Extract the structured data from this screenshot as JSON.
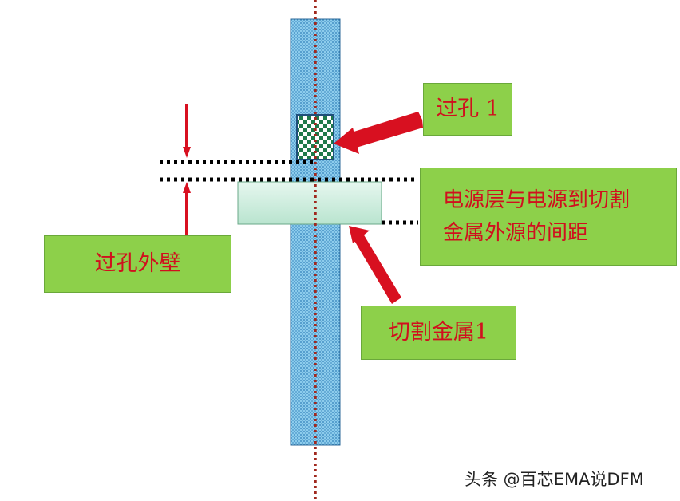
{
  "labels": {
    "via": "过孔 1",
    "via_wall": "过孔外壁",
    "power_spacing_line1": "电源层与电源到切割",
    "power_spacing_line2": "金属外源的间距",
    "cut_metal": "切割金属1"
  },
  "watermark": "头条 @百芯EMA说DFM",
  "colors": {
    "label_box_fill": "#8dd04a",
    "label_text": "#d0101e",
    "arrow": "#d81020",
    "via_column": "#7fc6ea",
    "center_line": "#a0281e",
    "power_layer": "#cfeee2",
    "dotted_line": "#000000"
  }
}
